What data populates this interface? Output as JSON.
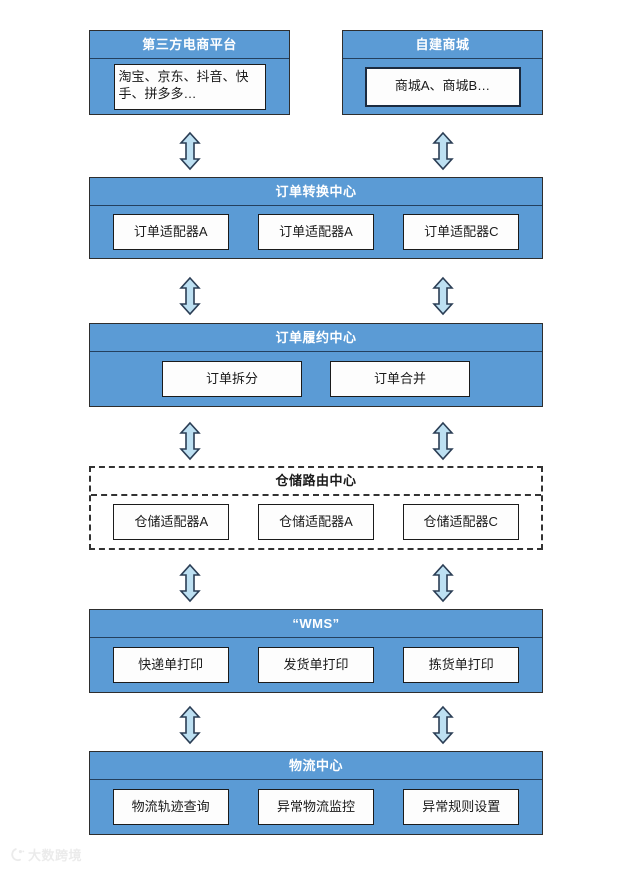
{
  "diagram": {
    "type": "layered-architecture-flow",
    "title_visible": false,
    "colors": {
      "block_fill": "#5B9BD5",
      "block_border": "#2E2E2E",
      "block_title_text": "#FFFFFF",
      "chip_fill": "#FDFDFD",
      "chip_border": "#1B1B1B",
      "dashed_border": "#333333",
      "arrow_fill": "#BDE0F2",
      "arrow_stroke": "#2B3E55",
      "page_background": "#FFFFFF",
      "watermark_text": "#DCDCDC"
    },
    "rows": [
      {
        "id": "row-channels",
        "layout": "two-blocks",
        "blocks": [
          {
            "id": "third-party-platform",
            "title": "第三方电商平台",
            "style": "solid",
            "items": [
              "淘宝、京东、抖音、快手、拼多多…"
            ]
          },
          {
            "id": "self-built-mall",
            "title": "自建商城",
            "style": "solid",
            "items": [
              "商城A、商城B…"
            ]
          }
        ]
      },
      {
        "id": "row-order-conversion",
        "layout": "full-block",
        "blocks": [
          {
            "id": "order-conversion-center",
            "title": "订单转换中心",
            "style": "solid",
            "items": [
              "订单适配器A",
              "订单适配器A",
              "订单适配器C"
            ]
          }
        ]
      },
      {
        "id": "row-order-fulfillment",
        "layout": "full-block",
        "blocks": [
          {
            "id": "order-fulfillment-center",
            "title": "订单履约中心",
            "style": "solid",
            "items": [
              "订单拆分",
              "订单合并"
            ]
          }
        ]
      },
      {
        "id": "row-warehouse-routing",
        "layout": "full-block",
        "blocks": [
          {
            "id": "warehouse-routing-center",
            "title": "仓储路由中心",
            "style": "dashed",
            "items": [
              "仓储适配器A",
              "仓储适配器A",
              "仓储适配器C"
            ]
          }
        ]
      },
      {
        "id": "row-wms",
        "layout": "full-block",
        "blocks": [
          {
            "id": "wms",
            "title": "“WMS”",
            "style": "solid",
            "items": [
              "快递单打印",
              "发货单打印",
              "拣货单打印"
            ]
          }
        ]
      },
      {
        "id": "row-logistics",
        "layout": "full-block",
        "blocks": [
          {
            "id": "logistics-center",
            "title": "物流中心",
            "style": "solid",
            "items": [
              "物流轨迹查询",
              "异常物流监控",
              "异常规则设置"
            ]
          }
        ]
      }
    ],
    "connectors": [
      {
        "id": "conn-1-left",
        "kind": "double-arrow-vertical",
        "from": "third-party-platform",
        "to": "order-conversion-center"
      },
      {
        "id": "conn-1-right",
        "kind": "double-arrow-vertical",
        "from": "self-built-mall",
        "to": "order-conversion-center"
      },
      {
        "id": "conn-2-left",
        "kind": "double-arrow-vertical",
        "from": "order-conversion-center",
        "to": "order-fulfillment-center"
      },
      {
        "id": "conn-2-right",
        "kind": "double-arrow-vertical",
        "from": "order-conversion-center",
        "to": "order-fulfillment-center"
      },
      {
        "id": "conn-3-left",
        "kind": "double-arrow-vertical",
        "from": "order-fulfillment-center",
        "to": "warehouse-routing-center"
      },
      {
        "id": "conn-3-right",
        "kind": "double-arrow-vertical",
        "from": "order-fulfillment-center",
        "to": "warehouse-routing-center"
      },
      {
        "id": "conn-4-left",
        "kind": "double-arrow-vertical",
        "from": "warehouse-routing-center",
        "to": "wms"
      },
      {
        "id": "conn-4-right",
        "kind": "double-arrow-vertical",
        "from": "warehouse-routing-center",
        "to": "wms"
      },
      {
        "id": "conn-5-left",
        "kind": "double-arrow-vertical",
        "from": "wms",
        "to": "logistics-center"
      },
      {
        "id": "conn-5-right",
        "kind": "double-arrow-vertical",
        "from": "wms",
        "to": "logistics-center"
      }
    ]
  },
  "watermark": {
    "text": "大数跨境",
    "icon": "logo-mark-icon"
  }
}
